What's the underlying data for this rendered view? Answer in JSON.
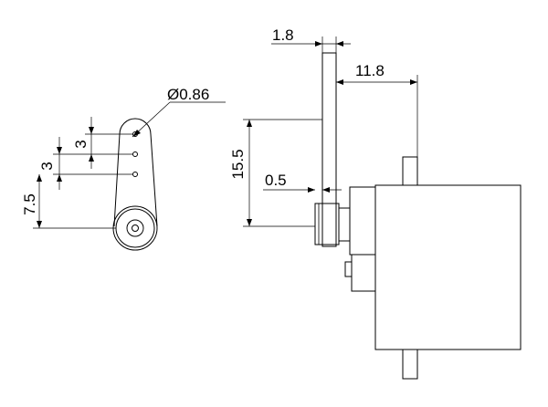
{
  "diagram": {
    "dimensions": {
      "hole_diameter": "Ø0.86",
      "hole_spacing_upper": "3",
      "hole_spacing_lower": "3",
      "horn_hub_offset": "7.5",
      "arm_thickness": "1.8",
      "horn_to_body": "11.8",
      "horn_height": "15.5",
      "horn_gap": "0.5"
    }
  }
}
